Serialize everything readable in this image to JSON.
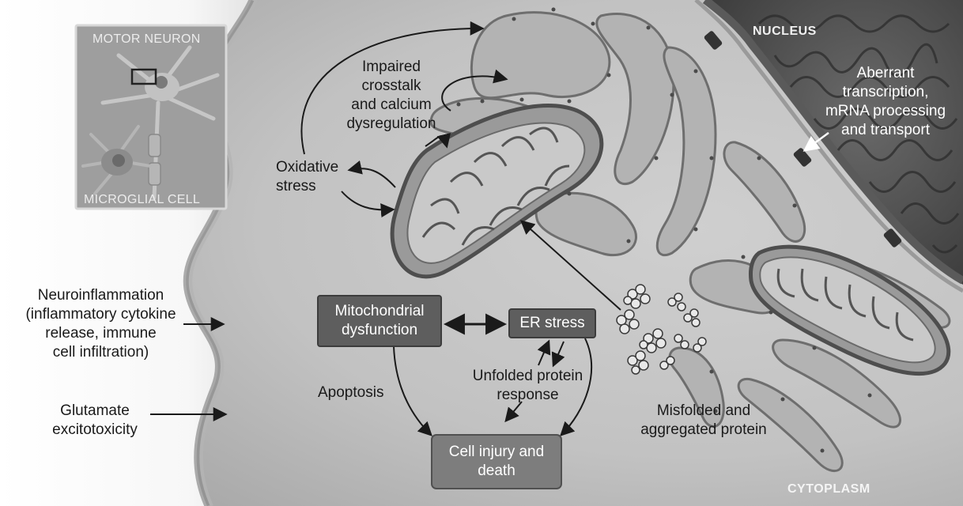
{
  "labels": {
    "motor_neuron": "MOTOR NEURON",
    "microglial_cell": "MICROGLIAL CELL",
    "nucleus": "NUCLEUS",
    "cytoplasm": "CYTOPLASM",
    "impaired_crosstalk": "Impaired\ncrosstalk\nand calcium\ndysregulation",
    "oxidative_stress": "Oxidative\nstress",
    "aberrant_transcription": "Aberrant\ntranscription,\nmRNA processing\nand transport",
    "neuroinflammation": "Neuroinflammation\n(inflammatory cytokine\nrelease, immune\ncell infiltration)",
    "glutamate": "Glutamate\nexcitotoxicity",
    "apoptosis": "Apoptosis",
    "unfolded_protein": "Unfolded protein\nresponse",
    "misfolded_protein": "Misfolded and\naggregated protein"
  },
  "boxes": {
    "mitochondrial_dysfunction": "Mitochondrial\ndysfunction",
    "er_stress": "ER stress",
    "cell_injury": "Cell injury and\ndeath"
  }
}
